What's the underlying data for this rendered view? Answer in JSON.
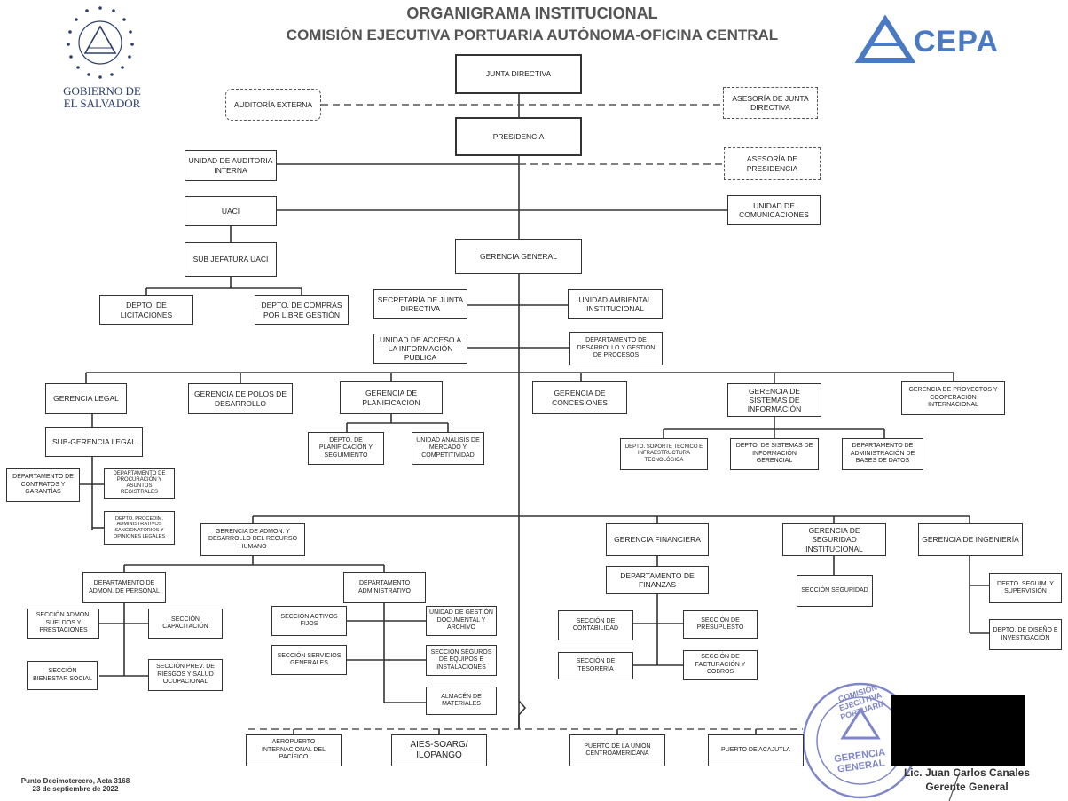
{
  "header": {
    "title": "ORGANIGRAMA INSTITUCIONAL",
    "subtitle": "COMISIÓN EJECUTIVA PORTUARIA AUTÓNOMA-OFICINA CENTRAL",
    "gov_line1": "GOBIERNO DE",
    "gov_line2": "EL SALVADOR",
    "cepa_logo": "CEPA"
  },
  "units": {
    "junta": "JUNTA DIRECTIVA",
    "auditoria_ext": "AUDITORÍA EXTERNA",
    "asesoria_junta": "ASESORÍA DE JUNTA DIRECTIVA",
    "presidencia": "PRESIDENCIA",
    "uai": "UNIDAD DE AUDITORIA INTERNA",
    "asesoria_pres": "ASESORÍA DE PRESIDENCIA",
    "uaci": "UACI",
    "comunicaciones": "UNIDAD DE COMUNICACIONES",
    "subjef_uaci": "SUB JEFATURA UACI",
    "licitaciones": "DEPTO. DE LICITACIONES",
    "compras": "DEPTO. DE COMPRAS POR LIBRE GESTIÓN",
    "gerencia_general": "GERENCIA GENERAL",
    "secretaria": "SECRETARÍA DE JUNTA DIRECTIVA",
    "ambiental": "UNIDAD AMBIENTAL INSTITUCIONAL",
    "acceso_info": "UNIDAD DE ACCESO A LA INFORMACIÓN PÚBLICA",
    "desarrollo_procesos": "DEPARTAMENTO DE DESARROLLO Y GESTIÓN DE PROCESOS",
    "ger_legal": "GERENCIA LEGAL",
    "ger_polos": "GERENCIA DE POLOS DE DESARROLLO",
    "ger_planif": "GERENCIA DE PLANIFICACION",
    "ger_concesiones": "GERENCIA DE CONCESIONES",
    "ger_sistemas": "GERENCIA DE SISTEMAS DE INFORMACIÓN",
    "ger_proyectos": "GERENCIA DE PROYECTOS Y COOPERACIÓN INTERNACIONAL",
    "subger_legal": "SUB-GERENCIA LEGAL",
    "contratos": "DEPARTAMENTO DE CONTRATOS Y GARANTÍAS",
    "procuracion": "DEPARTAMENTO DE PROCURACIÓN Y ASUNTOS REGISTRALES",
    "procedim": "DEPTO. PROCEDIM. ADMINISTRATIVOS SANCIONATORIOS Y OPINIONES LEGALES",
    "planif_seg": "DEPTO. DE PLANIFICACIÓN Y SEGUIMIENTO",
    "analisis_mercado": "UNIDAD ANÁLISIS DE MERCADO Y COMPETITIVIDAD",
    "soporte": "DEPTO. SOPORTE TÉCNICO E INFRAESTRUCTURA TECNOLÓGICA",
    "sist_gerencial": "DEPTO. DE SISTEMAS DE INFORMACIÓN GERENCIAL",
    "bases_datos": "DEPARTAMENTO DE ADMINISTRACIÓN DE BASES DE DATOS",
    "ger_rrhh": "GERENCIA DE ADMON. Y DESARROLLO DEL RECURSO HUMANO",
    "admon_personal": "DEPARTAMENTO DE ADMON. DE PERSONAL",
    "sueldos": "SECCIÓN ADMON. SUELDOS Y PRESTACIONES",
    "capacitacion": "SECCIÓN CAPACITACIÓN",
    "bienestar": "SECCIÓN BIENESTAR SOCIAL",
    "riesgos": "SECCIÓN PREV. DE RIESGOS Y SALUD OCUPACIONAL",
    "dep_admin": "DEPARTAMENTO ADMINISTRATIVO",
    "activos": "SECCIÓN ACTIVOS FIJOS",
    "gestion_doc": "UNIDAD DE GESTIÓN DOCUMENTAL Y ARCHIVO",
    "serv_generales": "SECCIÓN SERVICIOS GENERALES",
    "seguros": "SECCIÓN SEGUROS DE EQUIPOS E INSTALACIONES",
    "almacen": "ALMACÉN DE MATERIALES",
    "ger_financiera": "GERENCIA FINANCIERA",
    "finanzas": "DEPARTAMENTO DE FINANZAS",
    "contabilidad": "SECCIÓN DE CONTABILIDAD",
    "presupuesto": "SECCIÓN DE PRESUPUESTO",
    "tesoreria": "SECCIÓN DE TESORERÍA",
    "facturacion": "SECCIÓN DE FACTURACIÓN Y COBROS",
    "ger_seguridad": "GERENCIA DE SEGURIDAD INSTITUCIONAL",
    "sec_seguridad": "SECCIÓN SEGURIDAD",
    "ger_ingenieria": "GERENCIA DE INGENIERÍA",
    "seguim_supervision": "DEPTO. SEGUIM. Y SUPERVISIÓN",
    "diseno": "DEPTO. DE DISEÑO E INVESTIGACIÓN",
    "aeropuerto": "AEROPUERTO INTERNACIONAL DEL PACÍFICO",
    "aies": "AIES-SOARG/ ILOPANGO",
    "union": "PUERTO DE LA UNIÓN CENTROAMERICANA",
    "acajutla": "PUERTO DE ACAJUTLA"
  },
  "footer": {
    "acta_line1": "Punto Decimotercero, Acta 3168",
    "acta_line2": "23 de septiembre de 2022",
    "signer_name": "Lic. Juan Carlos Canales",
    "signer_title": "Gerente General",
    "stamp_text_top": "COMISIÓN EJECUTIVA PORTUARIA",
    "stamp_text_mid": "GERENCIA GENERAL"
  },
  "colors": {
    "line": "#333333",
    "dash": "#555555",
    "cepa_blue": "#4a7ac4",
    "gov_blue": "#2b3f6c",
    "stamp": "#7f86c8",
    "title_gray": "#555555"
  }
}
